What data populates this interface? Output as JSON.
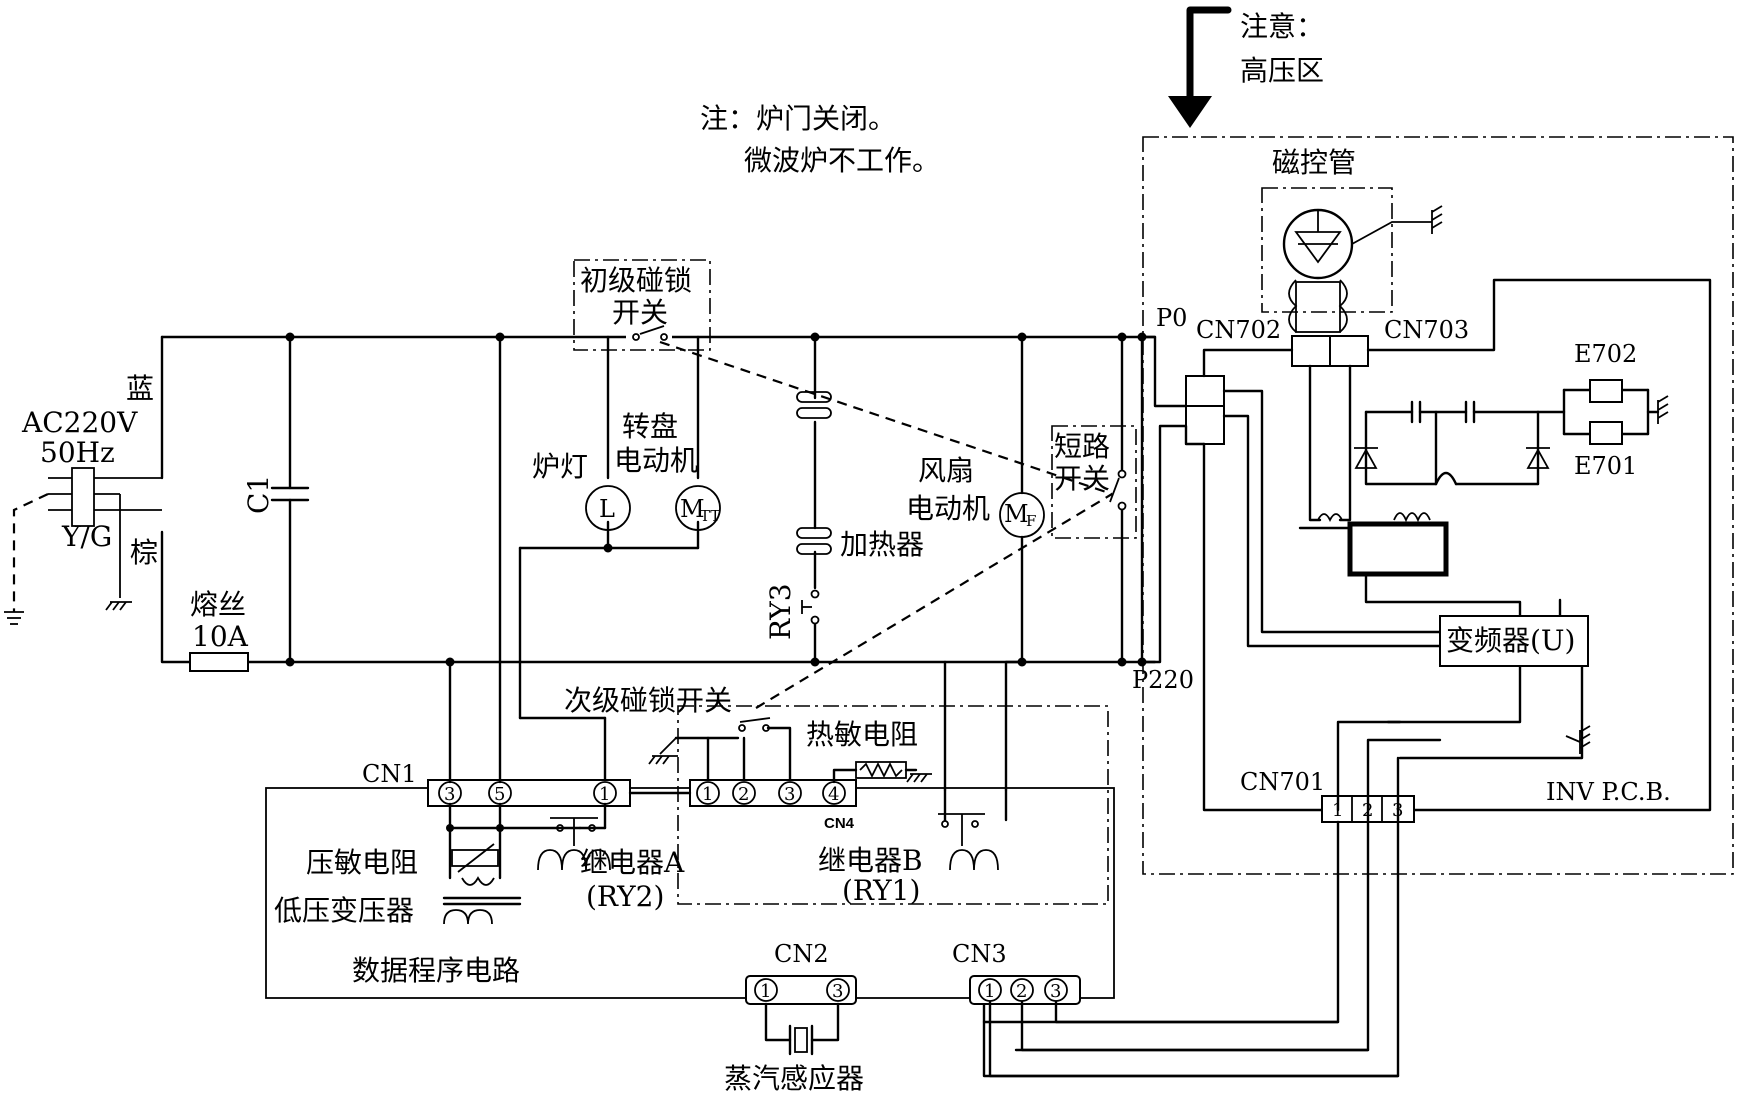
{
  "notes": {
    "high_voltage_line1": "注意：",
    "high_voltage_line2": "高压区",
    "door_line1": "注：炉门关闭。",
    "door_line2": "微波炉不工作。"
  },
  "power": {
    "source_line1": "AC220V",
    "source_line2": "50Hz",
    "blue": "蓝",
    "brown": "棕",
    "yg": "Y/G",
    "fuse_line1": "熔丝",
    "fuse_line2": "10A",
    "capacitor": "C1"
  },
  "components": {
    "primary_interlock_line1": "初级碰锁",
    "primary_interlock_line2": "开关",
    "lamp_label": "炉灯",
    "lamp_symbol": "L",
    "turntable_line1": "转盘",
    "turntable_line2": "电动机",
    "turntable_symbol": "M",
    "turntable_sub": "TT",
    "heater": "加热器",
    "ry3": "RY3",
    "fan_line1": "风扇",
    "fan_line2": "电动机",
    "fan_symbol": "M",
    "fan_sub": "F",
    "short_switch_line1": "短路",
    "short_switch_line2": "开关",
    "secondary_interlock": "次级碰锁开关",
    "thermistor": "热敏电阻",
    "varistor": "压敏电阻",
    "lv_transformer": "低压变压器",
    "relay_a_line1": "继电器A",
    "relay_a_line2": "(RY2)",
    "relay_b_line1": "继电器B",
    "relay_b_line2": "(RY1)",
    "program_circuit": "数据程序电路",
    "steam_sensor": "蒸汽感应器",
    "magnetron": "磁控管",
    "inverter": "变频器(U)",
    "inv_pcb": "INV P.C.B."
  },
  "connectors": {
    "p0": "P0",
    "p220": "P220",
    "cn702": "CN702",
    "cn703": "CN703",
    "e702": "E702",
    "e701": "E701",
    "cn701": "CN701",
    "cn701_pins": [
      "1",
      "2",
      "3"
    ],
    "cn1": "CN1",
    "cn1_pins": [
      "3",
      "5",
      "1"
    ],
    "cn4": "CN4",
    "cn4_pins": [
      "1",
      "2",
      "3",
      "4"
    ],
    "cn2": "CN2",
    "cn2_pins": [
      "1",
      "3"
    ],
    "cn3": "CN3",
    "cn3_pins": [
      "1",
      "2",
      "3"
    ]
  }
}
